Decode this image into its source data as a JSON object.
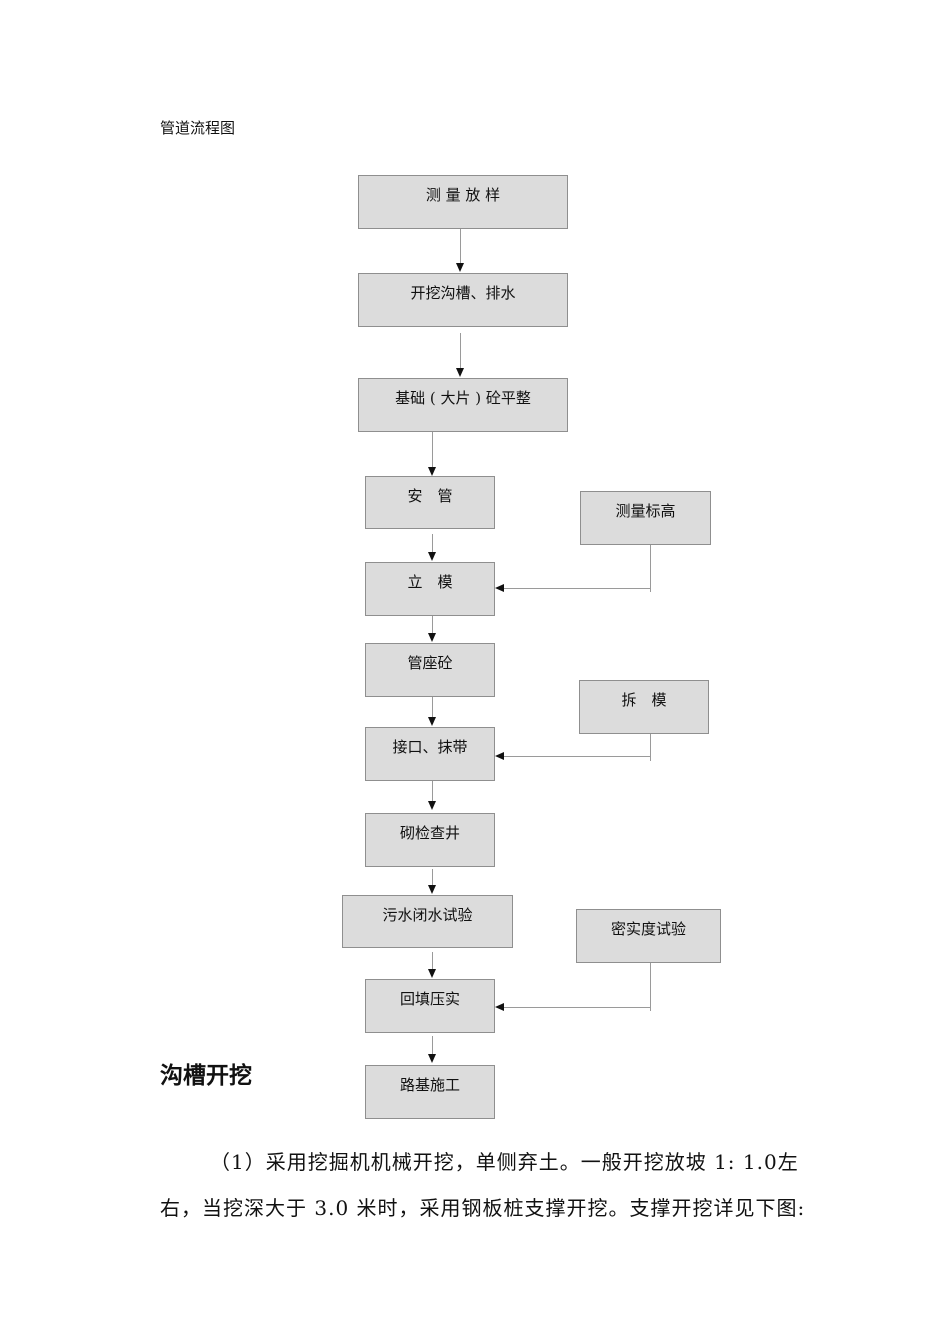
{
  "caption": "管道流程图",
  "flow": {
    "survey": "测 量 放 样",
    "trench": "开挖沟槽、排水",
    "foundation": "基础 ( 大片 ) 砼平整",
    "install_pipe": "安　管",
    "formwork": "立　模",
    "pipe_seat": "管座砼",
    "joint": "接口、抹带",
    "manhole": "砌检查井",
    "water_test": "污水闭水试验",
    "backfill": "回填压实",
    "roadbed": "路基施工",
    "elevation": "测量标高",
    "remove_form": "拆　模",
    "density_test": "密实度试验"
  },
  "section": {
    "heading": "沟槽开挖",
    "para_line1": "（1）采用挖掘机机械开挖，单侧弃土。一般开挖放坡 1: 1.0左",
    "para_line2": "右，当挖深大于 3.0 米时，采用钢板桩支撑开挖。支撑开挖详见下图:"
  }
}
